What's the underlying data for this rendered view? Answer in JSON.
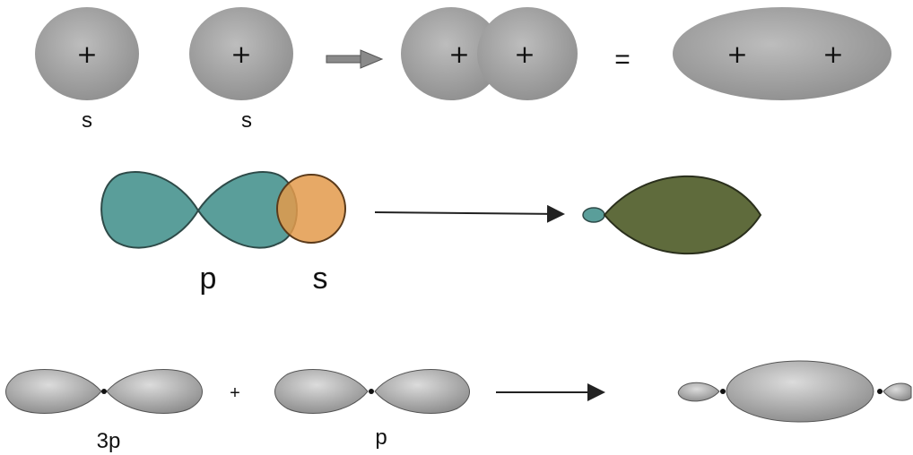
{
  "row1": {
    "orbital_label_1": "s",
    "orbital_label_2": "s",
    "plus_sign": "+",
    "equals_sign": "=",
    "sign_fill": "#9a9a9a"
  },
  "row2": {
    "label_p": "p",
    "label_s": "s",
    "p_color": "#5a9e9a",
    "s_color": "#e39a4b",
    "product_color": "#5f6b3c"
  },
  "row3": {
    "label_1": "3p",
    "label_2": "p",
    "plus_between": "+",
    "lobe_color": "#a9a9a9"
  }
}
